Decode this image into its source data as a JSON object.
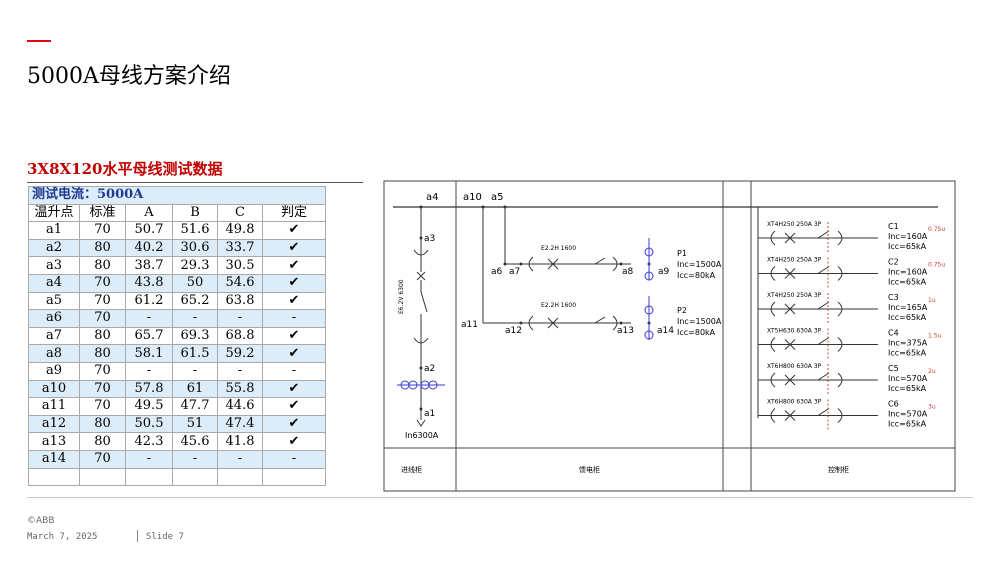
{
  "slide": {
    "title": "5000A母线方案介绍",
    "subtitle": "3X8X120水平母线测试数据",
    "accent_color": "#e2001a",
    "subtitle_color": "#c00000"
  },
  "table": {
    "current_label": "测试电流：5000A",
    "headers": [
      "温升点",
      "标准",
      "A",
      "B",
      "C",
      "判定"
    ],
    "rows": [
      [
        "a1",
        "70",
        "50.7",
        "51.6",
        "49.8",
        "✔"
      ],
      [
        "a2",
        "80",
        "40.2",
        "30.6",
        "33.7",
        "✔"
      ],
      [
        "a3",
        "80",
        "38.7",
        "29.3",
        "30.5",
        "✔"
      ],
      [
        "a4",
        "70",
        "43.8",
        "50",
        "54.6",
        "✔"
      ],
      [
        "a5",
        "70",
        "61.2",
        "65.2",
        "63.8",
        "✔"
      ],
      [
        "a6",
        "70",
        "-",
        "-",
        "-",
        "-"
      ],
      [
        "a7",
        "80",
        "65.7",
        "69.3",
        "68.8",
        "✔"
      ],
      [
        "a8",
        "80",
        "58.1",
        "61.5",
        "59.2",
        "✔"
      ],
      [
        "a9",
        "70",
        "-",
        "-",
        "-",
        "-"
      ],
      [
        "a10",
        "70",
        "57.8",
        "61",
        "55.8",
        "✔"
      ],
      [
        "a11",
        "70",
        "49.5",
        "47.7",
        "44.6",
        "✔"
      ],
      [
        "a12",
        "80",
        "50.5",
        "51",
        "47.4",
        "✔"
      ],
      [
        "a13",
        "80",
        "42.3",
        "45.6",
        "41.8",
        "✔"
      ],
      [
        "a14",
        "70",
        "-",
        "-",
        "-",
        "-"
      ]
    ],
    "row_tint": "#dcecf8"
  },
  "diagram": {
    "top_labels": [
      "a4",
      "a10",
      "a5"
    ],
    "incoming": {
      "breaker_rating": "E6.2V 6300",
      "points": [
        "a3",
        "a2",
        "a1"
      ],
      "name": "In6300A"
    },
    "feeders": [
      {
        "breaker": "E2.2H 1600",
        "points": [
          "a6",
          "a7",
          "a8",
          "a9"
        ],
        "name": "P1",
        "inc": "Inc=1500A",
        "icc": "Icc=80kA"
      },
      {
        "breaker": "E2.2H 1600",
        "points": [
          "a11",
          "a12",
          "a13",
          "a14"
        ],
        "name": "P2",
        "inc": "Inc=1500A",
        "icc": "Icc=80kA"
      }
    ],
    "outgoing": [
      {
        "breaker": "XT4H250 250A 3P",
        "name": "C1",
        "inc": "Inc=160A",
        "icc": "Icc=65kA",
        "units": "0.75u"
      },
      {
        "breaker": "XT4H250 250A 3P",
        "name": "C2",
        "inc": "Inc=160A",
        "icc": "Icc=65kA",
        "units": "0.75u"
      },
      {
        "breaker": "XT4H250 250A 3P",
        "name": "C3",
        "inc": "Inc=165A",
        "icc": "Icc=65kA",
        "units": "1u"
      },
      {
        "breaker": "XT5H630 630A 3P",
        "name": "C4",
        "inc": "Inc=375A",
        "icc": "Icc=65kA",
        "units": "1.5u"
      },
      {
        "breaker": "XT6H800 630A 3P",
        "name": "C5",
        "inc": "Inc=570A",
        "icc": "Icc=65kA",
        "units": "2u"
      },
      {
        "breaker": "XT6H800 630A 3P",
        "name": "C6",
        "inc": "Inc=570A",
        "icc": "Icc=65kA",
        "units": "3u"
      }
    ],
    "section_labels": [
      "进线柜",
      "馈电柜",
      "控制柜"
    ]
  },
  "footer": {
    "logo": "©ABB",
    "date": "March 7, 2025",
    "slide": "Slide 7"
  }
}
